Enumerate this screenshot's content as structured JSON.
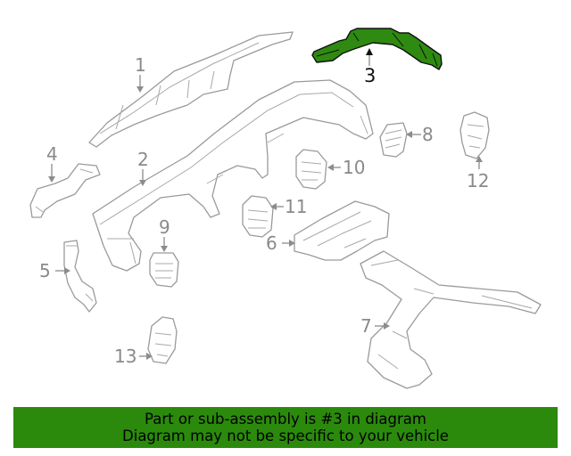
{
  "callouts": {
    "c1": "1",
    "c2": "2",
    "c3": "3",
    "c4": "4",
    "c5": "5",
    "c6": "6",
    "c7": "7",
    "c8": "8",
    "c9": "9",
    "c10": "10",
    "c11": "11",
    "c12": "12",
    "c13": "13"
  },
  "highlighted_part": "3",
  "banner": {
    "line1": "Part or sub-assembly is #3 in diagram",
    "line2": "Diagram may not be specific to your vehicle"
  },
  "colors": {
    "highlight_fill": "#2e8a10",
    "banner_background": "#2b8a0c",
    "part_outline": "#9a9a9a"
  }
}
